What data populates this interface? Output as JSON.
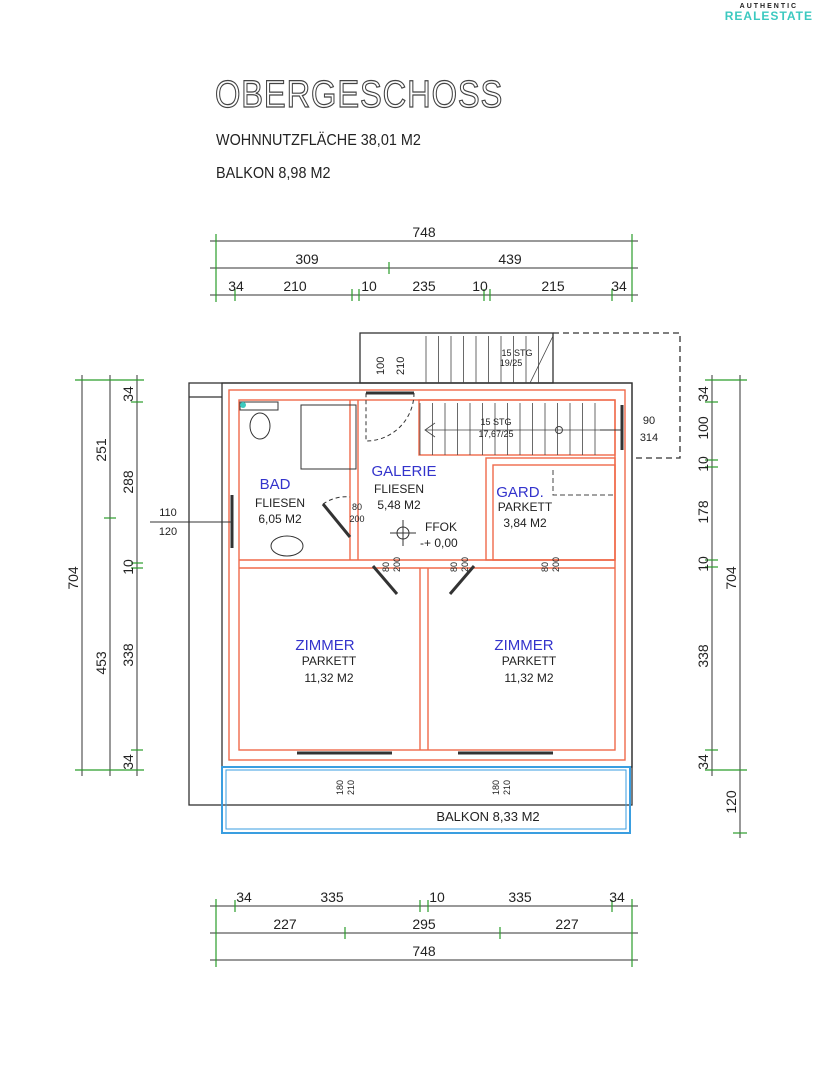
{
  "logo": {
    "top": "AUTHENTIC",
    "bottom": "REALESTATE"
  },
  "title": "OBERGESCHOSS",
  "stats": {
    "living_area": "WOHNNUTZFLÄCHE   38,01  M2",
    "balcony": "BALKON   8,98  M2"
  },
  "dims_top": {
    "total": "748",
    "r2": [
      "309",
      "439"
    ],
    "r3": [
      "34",
      "210",
      "10",
      "235",
      "10",
      "215",
      "34"
    ]
  },
  "dims_bottom": {
    "r1": [
      "34",
      "335",
      "10",
      "335",
      "34"
    ],
    "r2": [
      "227",
      "295",
      "227"
    ],
    "total": "748"
  },
  "dims_left": {
    "total": "704",
    "r2": [
      "251",
      "453"
    ],
    "r3": [
      "34",
      "288",
      "10",
      "338",
      "34"
    ]
  },
  "dims_right": {
    "r1": [
      "34",
      "100",
      "10",
      "178",
      "10",
      "338",
      "34"
    ],
    "r2": [
      "704",
      "120"
    ]
  },
  "openings": {
    "window_left": [
      "110",
      "120"
    ],
    "window_right": [
      "90",
      "314"
    ],
    "door_top": [
      "100",
      "210"
    ],
    "door_bad": [
      "80",
      "200"
    ],
    "door": [
      "80",
      "200"
    ],
    "balcony_door": [
      "180",
      "210"
    ]
  },
  "stairs": {
    "upper": [
      "15 STG",
      "19/25"
    ],
    "lower": [
      "15 STG",
      "17,67/25"
    ]
  },
  "level": {
    "label": "FFOK",
    "value": "-+ 0,00"
  },
  "rooms": [
    {
      "name": "BAD",
      "floor": "FLIESEN",
      "area": "6,05  M2"
    },
    {
      "name": "GALERIE",
      "floor": "FLIESEN",
      "area": "5,48 M2"
    },
    {
      "name": "GARD.",
      "floor": "PARKETT",
      "area": "3,84  M2"
    },
    {
      "name": "ZIMMER",
      "floor": "PARKETT",
      "area": "11,32  M2"
    },
    {
      "name": "ZIMMER",
      "floor": "PARKETT",
      "area": "11,32  M2"
    }
  ],
  "balcony_label": "BALKON   8,33  M2"
}
